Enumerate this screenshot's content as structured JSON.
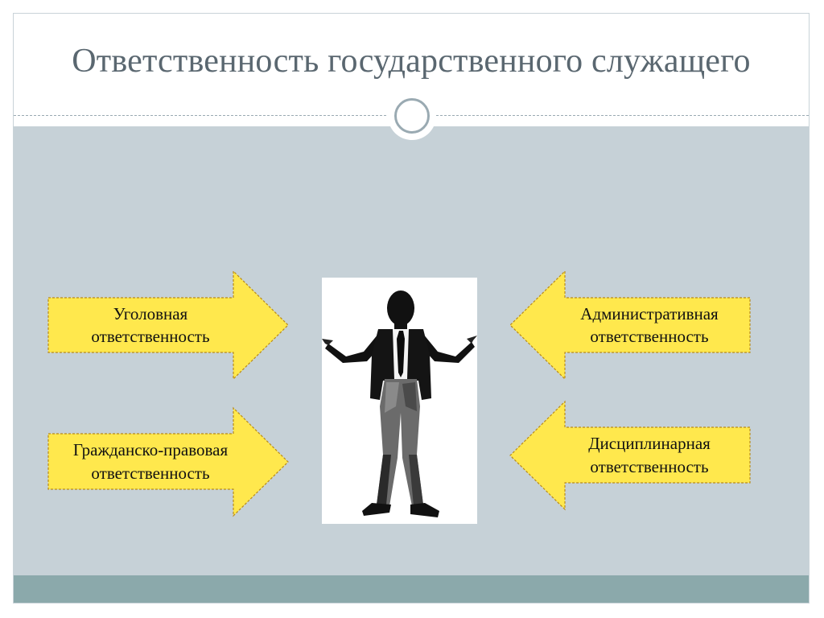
{
  "title": "Ответственность государственного служащего",
  "arrows": {
    "criminal": {
      "line1": "Уголовная",
      "line2": "ответственность"
    },
    "civil": {
      "line1": "Гражданско-правовая",
      "line2": "ответственность"
    },
    "administrative": {
      "line1": "Административная",
      "line2": "ответственность"
    },
    "disciplinary": {
      "line1": "Дисциплинарная",
      "line2": "ответственность"
    }
  },
  "colors": {
    "arrow_fill": "#ffe84d",
    "arrow_border": "#b88a1a",
    "content_bg": "#c6d1d7",
    "footer_band": "#8ba9ab",
    "title_text": "#5a6770"
  },
  "icons": {
    "central_figure": "businessman-shrugging-silhouette",
    "ornament": "circle-ring-ornament"
  }
}
